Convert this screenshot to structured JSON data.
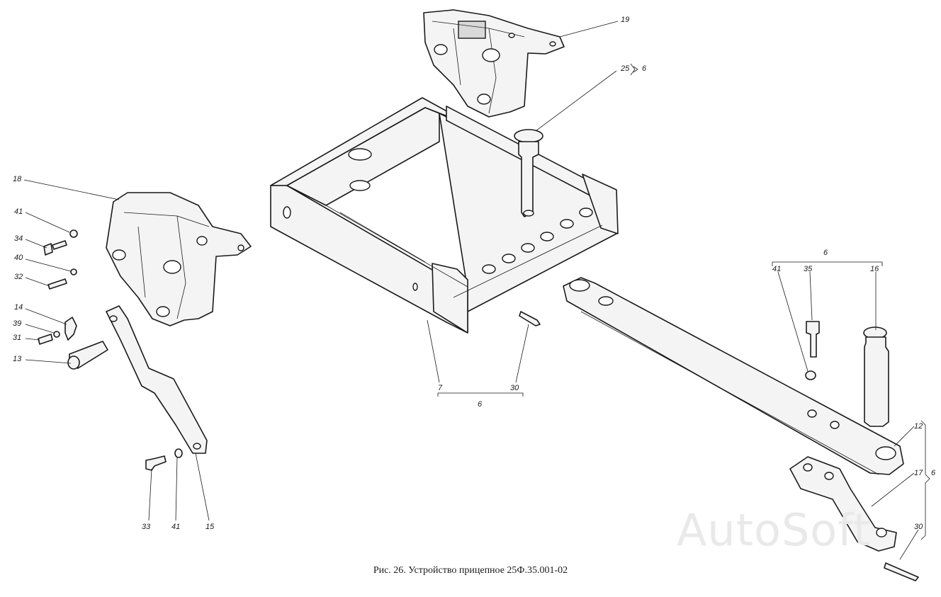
{
  "caption": "Рис. 26. Устройство прицепное 25Ф.35.001-02",
  "watermark": "AutoSoft",
  "callouts": {
    "c19": "19",
    "c25": "25",
    "c25_qty": "6",
    "c18": "18",
    "c41_top": "41",
    "c34": "34",
    "c40": "40",
    "c32": "32",
    "c14": "14",
    "c39": "39",
    "c31": "31",
    "c13": "13",
    "c33": "33",
    "c41_bottom": "41",
    "c15": "15",
    "c7": "7",
    "c30_center": "30",
    "c6_center": "6",
    "c6_right_group": "6",
    "c41_right": "41",
    "c35": "35",
    "c16": "16",
    "c12": "12",
    "c17": "17",
    "c6_side": "6",
    "c30_right": "30"
  }
}
